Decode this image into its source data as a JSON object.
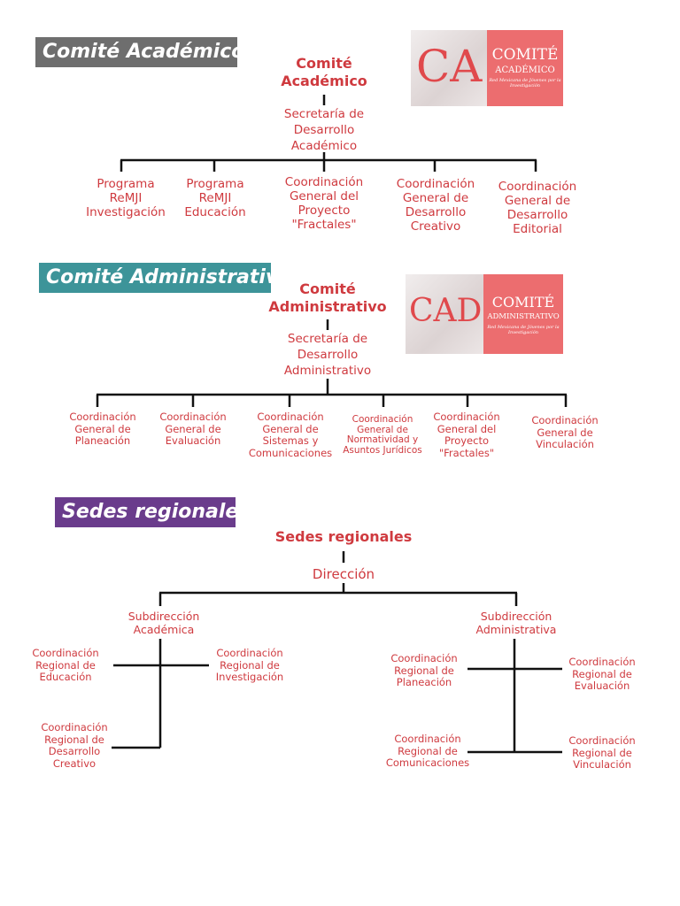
{
  "sections": {
    "academico": {
      "tag": "Comité Académico",
      "tag_color": "#6e6e6e",
      "title": "Comité\nAcadémico",
      "secretaria": "Secretaría de\nDesarrollo\nAcadémico",
      "logo": {
        "letters": "CA",
        "name1": "Comité",
        "name2": "Académico",
        "subtitle": "Red Mexicana de Jóvenes por la Investigación"
      },
      "nodes": [
        "Programa\nReMJI\nInvestigación",
        "Programa\nReMJI\nEducación",
        "Coordinación\nGeneral del\nProyecto\n\"Fractales\"",
        "Coordinación\nGeneral de\nDesarrollo\nCreativo",
        "Coordinación\nGeneral de\nDesarrollo\nEditorial"
      ]
    },
    "administrativo": {
      "tag": "Comité Administrativo",
      "tag_color": "#3d9499",
      "title": "Comité\nAdministrativo",
      "secretaria": "Secretaría de\nDesarrollo\nAdministrativo",
      "logo": {
        "letters": "CAD",
        "name1": "Comité",
        "name2": "Administrativo",
        "subtitle": "Red Mexicana de Jóvenes por la Investigación"
      },
      "nodes": [
        "Coordinación\nGeneral de\nPlaneación",
        "Coordinación\nGeneral de\nEvaluación",
        "Coordinación\nGeneral de\nSistemas y\nComunicaciones",
        "Coordinación\nGeneral de\nNormatividad y\nAsuntos Jurídicos",
        "Coordinación\nGeneral del\nProyecto\n\"Fractales\"",
        "Coordinación\nGeneral de\nVinculación"
      ]
    },
    "sedes": {
      "tag": "Sedes regionales",
      "tag_color": "#6a3c8c",
      "title": "Sedes regionales",
      "direccion": "Dirección",
      "sub_academica": "Subdirección\nAcadémica",
      "sub_administrativa": "Subdirección\nAdministrativa",
      "academica_nodes": [
        "Coordinación\nRegional de\nEducación",
        "Coordinación\nRegional de\nInvestigación",
        "Coordinación\nRegional de\nDesarrollo\nCreativo"
      ],
      "administrativa_nodes": [
        "Coordinación\nRegional de\nPlaneación",
        "Coordinación\nRegional de\nEvaluación",
        "Coordinación\nRegional de\nComunicaciones",
        "Coordinación\nRegional de\nVinculación"
      ]
    }
  },
  "colors": {
    "text": "#cf3a3f",
    "lines": "#111111",
    "logo_panel": "#ec6d6f"
  }
}
